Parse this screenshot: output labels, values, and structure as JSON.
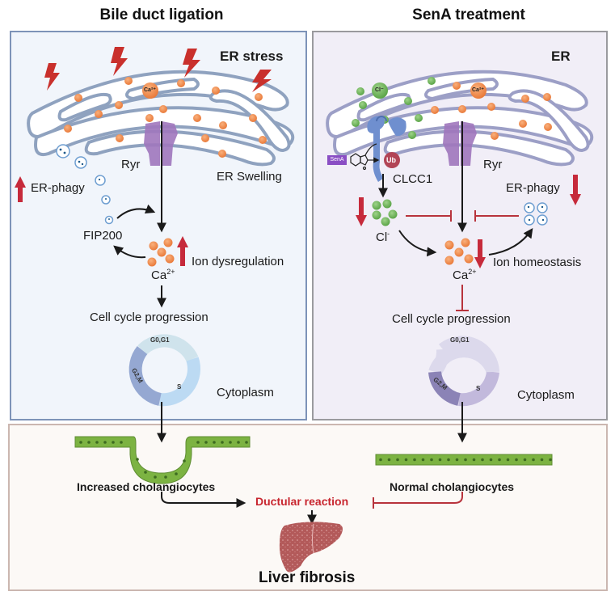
{
  "panels": {
    "left": {
      "title": "Bile duct ligation",
      "corner_label": "ER stress",
      "ryr_label": "Ryr",
      "er_swelling": "ER Swelling",
      "er_phagy": "ER-phagy",
      "fip200": "FIP200",
      "ion_label": "Ion dysregulation",
      "ca_label": "Ca",
      "ca_sup": "2+",
      "ca_bubble": "Ca²⁺",
      "cell_cycle": "Cell cycle progression",
      "cytoplasm": "Cytoplasm",
      "phases": {
        "g0g1": "G0,G1",
        "s": "S",
        "g2m": "G2,M"
      },
      "bg_color": "#f1f5fb",
      "border_color": "#7d93b8"
    },
    "right": {
      "title": "SenA treatment",
      "corner_label": "ER",
      "ryr_label": "Ryr",
      "clcc1": "CLCC1",
      "sena": "SenA",
      "ub": "Ub",
      "er_phagy": "ER-phagy",
      "cl_label": "Cl",
      "cl_sup": "-",
      "cl_bubble": "Cl⁻",
      "ca_bubble": "Ca²⁺",
      "ion_label": "Ion homeostasis",
      "ca_label": "Ca",
      "ca_sup": "2+",
      "cell_cycle": "Cell cycle progression",
      "cytoplasm": "Cytoplasm",
      "phases": {
        "g0g1": "G0,G1",
        "s": "S",
        "g2m": "G2,M"
      },
      "bg_color": "#f1eef7",
      "border_color": "#9a9a9e"
    }
  },
  "bottom": {
    "increased": "Increased cholangiocytes",
    "normal": "Normal cholangiocytes",
    "ductular": "Ductular reaction",
    "fibrosis": "Liver fibrosis",
    "bg_color": "#fcf9f6",
    "border_color": "#cbb7b0"
  },
  "colors": {
    "red_arrow": "#c62a3b",
    "ca_orange": "#ef8a4c",
    "cl_green": "#6fb55a",
    "ryr_purple": "#9b72b8",
    "clcc1_blue": "#6f8fcf",
    "ductular_red": "#c8262f",
    "tissue_green": "#7cb342",
    "liver": "#b35a5a"
  }
}
